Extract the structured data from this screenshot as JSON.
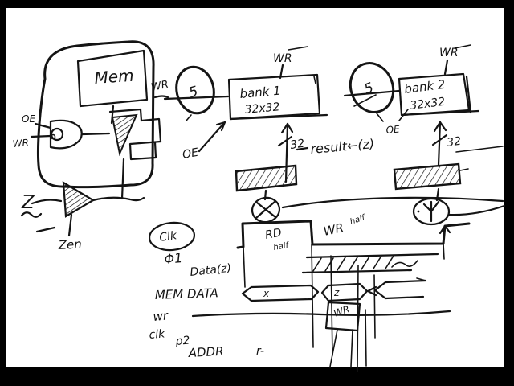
{
  "sketch": {
    "memory": {
      "label": "Mem",
      "wr_wire": "WR",
      "oe": "OE",
      "wr": "WR",
      "z_input": "Z",
      "z_enable": "Zen"
    },
    "bank1": {
      "name": "bank 1",
      "size": "32x32",
      "wr": "WR",
      "oe": "OE",
      "mux": "5",
      "bus_width": "32"
    },
    "bank2": {
      "name": "bank 2",
      "size": "32x32",
      "wr": "WR",
      "oe": "OE",
      "mux": "5",
      "bus_width": "32"
    },
    "result": "result←(z)",
    "timing": {
      "clk_circled": "Clk",
      "phi1": "Φ1",
      "data": "Data(z)",
      "mem_data": "MEM DATA",
      "wr": "wr",
      "clk": "clk",
      "phi2": "p2",
      "addr": "ADDR",
      "r": "r-",
      "rd": "RD",
      "rd_sub": "half",
      "wr_phase": "WR",
      "wr_sub": "half",
      "bus_x": "x",
      "bus_z": "z",
      "bus_wr": "WR"
    }
  },
  "colors": {
    "ink": "#141414",
    "paper": "#ffffff",
    "bar": "#000000"
  }
}
